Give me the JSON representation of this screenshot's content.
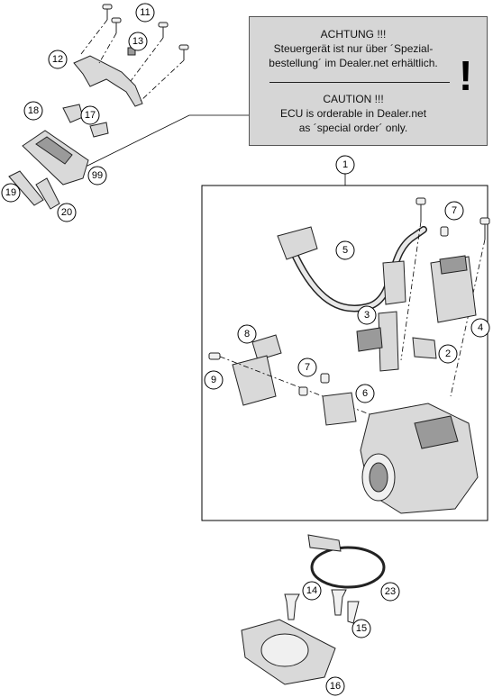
{
  "note": {
    "de_title": "ACHTUNG !!!",
    "de_line1": "Steuergerät ist nur über ´Spezial-",
    "de_line2": "bestellung´ im Dealer.net erhältlich.",
    "en_title": "CAUTION !!!",
    "en_line1": "ECU is orderable in Dealer.net",
    "en_line2": "as ´special order´ only.",
    "exclamation": "!"
  },
  "callouts": {
    "c1": "1",
    "c2": "2",
    "c3": "3",
    "c4": "4",
    "c5": "5",
    "c6": "6",
    "c7a": "7",
    "c7b": "7",
    "c8": "8",
    "c9": "9",
    "c11": "11",
    "c12": "12",
    "c13": "13",
    "c14": "14",
    "c15": "15",
    "c16": "16",
    "c17": "17",
    "c18": "18",
    "c19": "19",
    "c20": "20",
    "c23": "23",
    "c99": "99"
  },
  "colors": {
    "panel_bg": "#d6d6d6",
    "part_fill": "#d9d9d9",
    "line": "#000000"
  }
}
